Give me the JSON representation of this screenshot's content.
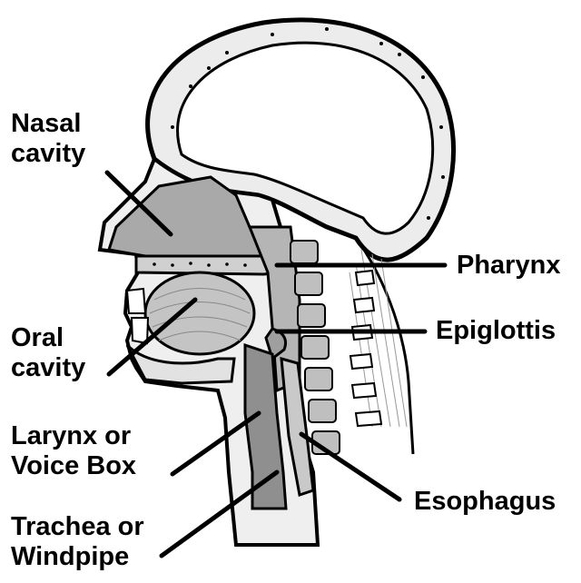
{
  "labels": {
    "nasal_cavity": [
      "Nasal",
      "cavity"
    ],
    "oral_cavity": [
      "Oral",
      "cavity"
    ],
    "larynx": [
      "Larynx or",
      "Voice Box"
    ],
    "trachea": [
      "Trachea or",
      "Windpipe"
    ],
    "pharynx": "Pharynx",
    "epiglottis": "Epiglottis",
    "esophagus": "Esophagus"
  },
  "colors": {
    "ink": "#000000",
    "cavity_fill": "#a9a9a9",
    "tissue_fill": "#d9d9d9",
    "airway_fill": "#8f8f8f",
    "bone_fill": "#bfbfbf"
  }
}
